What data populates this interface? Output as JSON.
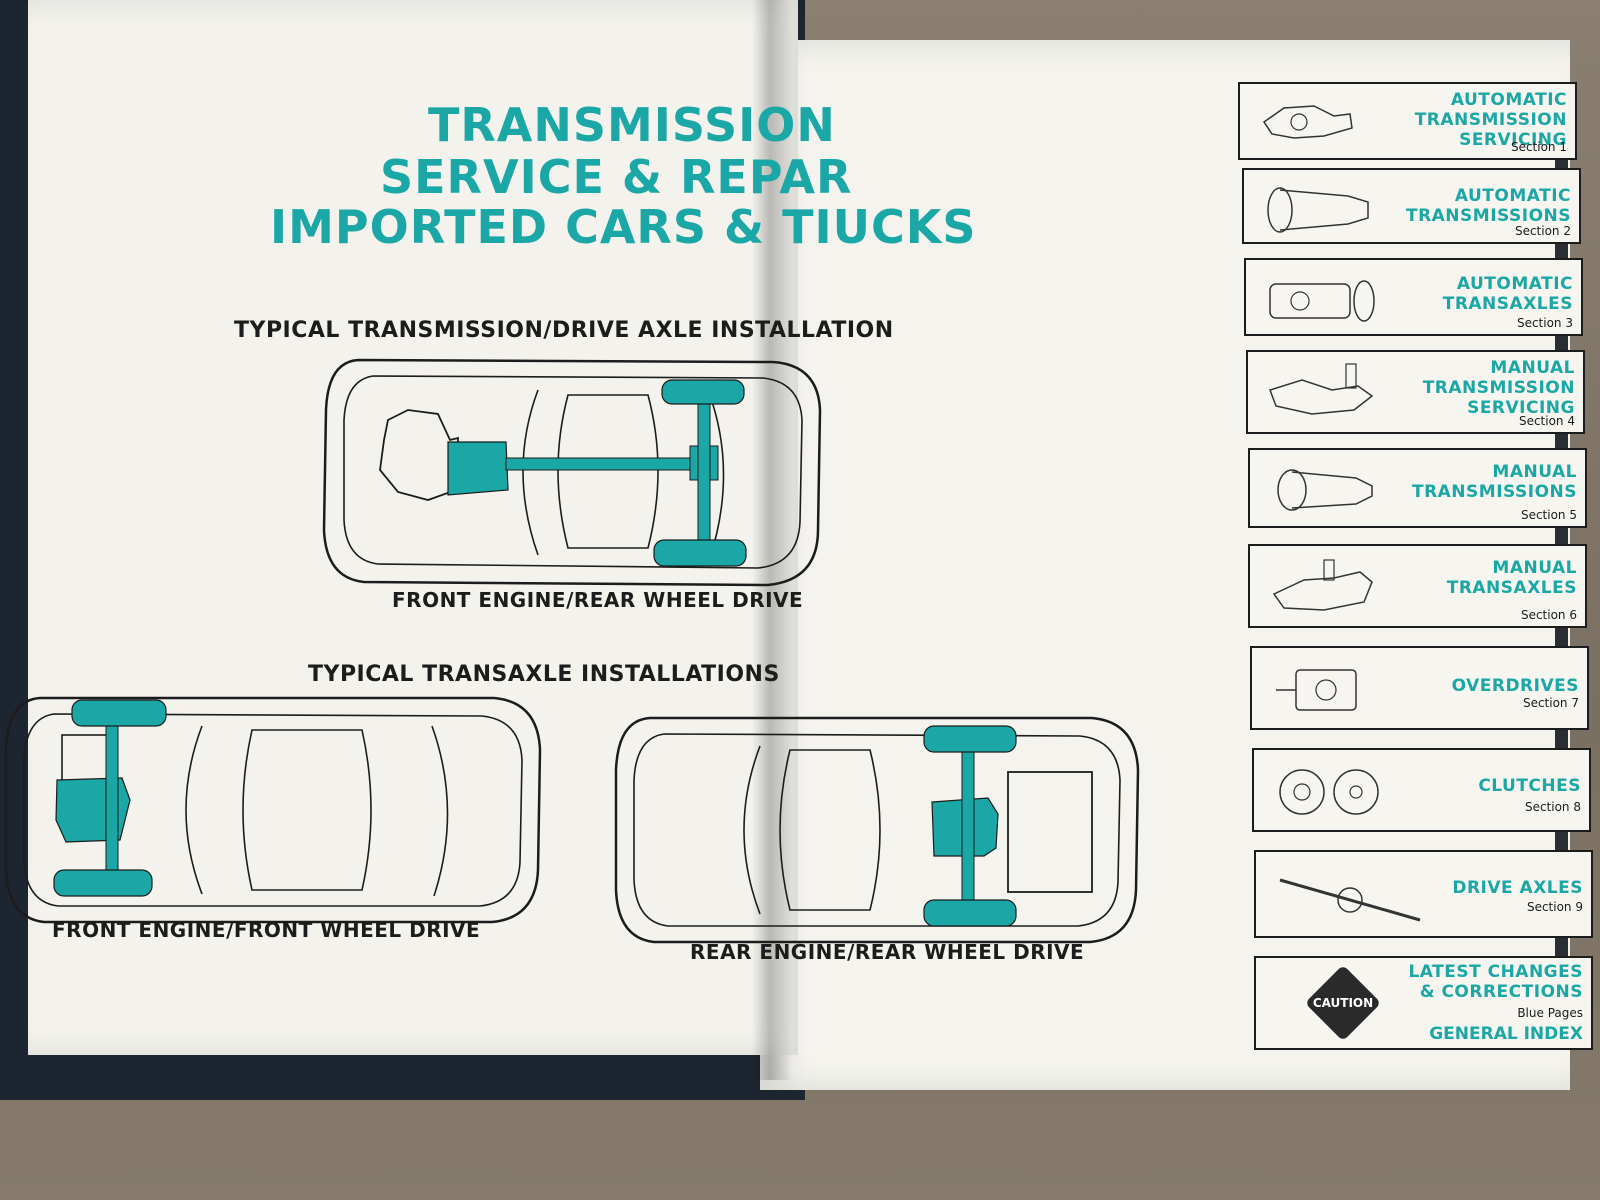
{
  "left_page": {
    "title_lines": [
      "TRANSMISSION",
      "SERVICE & REPAR",
      "IMPORTED CARS & TIUCKS"
    ],
    "section_heading_1": "TYPICAL TRANSMISSION/DRIVE AXLE INSTALLATION",
    "caption_1": "FRONT ENGINE/REAR WHEEL DRIVE",
    "section_heading_2": "TYPICAL TRANSAXLE INSTALLATIONS",
    "caption_2": "FRONT ENGINE/FRONT WHEEL DRIVE",
    "caption_3": "REAR ENGINE/REAR WHEEL DRIVE"
  },
  "tabs": [
    {
      "title": [
        "AUTOMATIC",
        "TRANSMISSION",
        "SERVICING"
      ],
      "section": "Section 1",
      "icon": "transmission-assembly-icon"
    },
    {
      "title": [
        "AUTOMATIC",
        "TRANSMISSIONS"
      ],
      "section": "Section 2",
      "icon": "automatic-transmission-icon"
    },
    {
      "title": [
        "AUTOMATIC",
        "TRANSAXLES"
      ],
      "section": "Section 3",
      "icon": "transaxle-icon"
    },
    {
      "title": [
        "MANUAL",
        "TRANSMISSION",
        "SERVICING"
      ],
      "section": "Section 4",
      "icon": "manual-transmission-service-icon"
    },
    {
      "title": [
        "MANUAL",
        "TRANSMISSIONS"
      ],
      "section": "Section 5",
      "icon": "manual-transmission-icon"
    },
    {
      "title": [
        "MANUAL",
        "TRANSAXLES"
      ],
      "section": "Section 6",
      "icon": "manual-transaxle-icon"
    },
    {
      "title": [
        "OVERDRIVES"
      ],
      "section": "Section 7",
      "icon": "overdrive-icon"
    },
    {
      "title": [
        "CLUTCHES"
      ],
      "section": "Section 8",
      "icon": "clutch-icon"
    },
    {
      "title": [
        "DRIVE AXLES"
      ],
      "section": "Section 9",
      "icon": "drive-axle-icon"
    }
  ],
  "caution_tab": {
    "badge": "CAUTION",
    "title": [
      "LATEST CHANGES",
      "& CORRECTIONS"
    ],
    "sub": "Blue Pages",
    "index": "GENERAL INDEX"
  },
  "colors": {
    "accent": "#1aa7a6",
    "ink": "#1c1c1c",
    "paper": "#f3f2ed"
  }
}
